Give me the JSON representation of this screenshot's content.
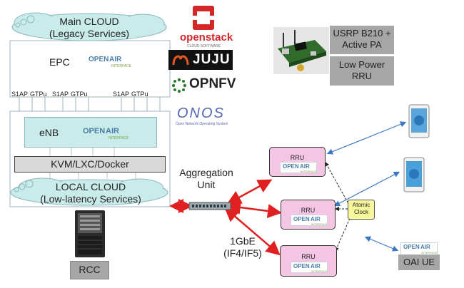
{
  "main_cloud": {
    "line1": "Main CLOUD",
    "line2": "(Legacy Services)"
  },
  "epc": {
    "label": "EPC"
  },
  "interfaces": [
    "S1AP",
    "GTPu",
    "S1AP",
    "GTPu",
    "S1AP",
    "GTPu"
  ],
  "enb": {
    "label": "eNB"
  },
  "hypervisor": {
    "label": "KVM/LXC/Docker"
  },
  "local_cloud": {
    "line1": "LOCAL CLOUD",
    "line2": "(Low-latency Services)"
  },
  "rcc": {
    "label": "RCC"
  },
  "oai_logo": {
    "word1": "OPEN",
    "word2": "AIR",
    "sub": "INTERFACE"
  },
  "logos": {
    "openstack": {
      "name": "openstack",
      "sub": "CLOUD SOFTWARE"
    },
    "juju": {
      "name": "JUJU"
    },
    "opnfv": {
      "name": "OPNFV"
    },
    "onos": {
      "name": "ONOS",
      "sub": "Open Network Operating System"
    }
  },
  "aggregation": {
    "line1": "Aggregation",
    "line2": "Unit"
  },
  "link": {
    "line1": "1GbE",
    "line2": "(IF4/IF5)"
  },
  "rrus": [
    {
      "label": "RRU"
    },
    {
      "label": "RRU"
    },
    {
      "label": "RRU"
    }
  ],
  "clock": {
    "line1": "Atomic",
    "line2": "Clock"
  },
  "usrp": {
    "line1": "USRP B210 +",
    "line2": "Active PA",
    "line3": "Low Power",
    "line4": "RRU"
  },
  "ue": {
    "label": "OAI UE"
  },
  "colors": {
    "enb_fill": "#c9ebe9",
    "cloud_fill": "#c9ebe9",
    "rru_fill": "#f4c6e4",
    "usrp_fill": "#a6a6a6",
    "red": "#e02020",
    "blue": "#3b78c4",
    "clock_fill": "#f7f79c"
  }
}
